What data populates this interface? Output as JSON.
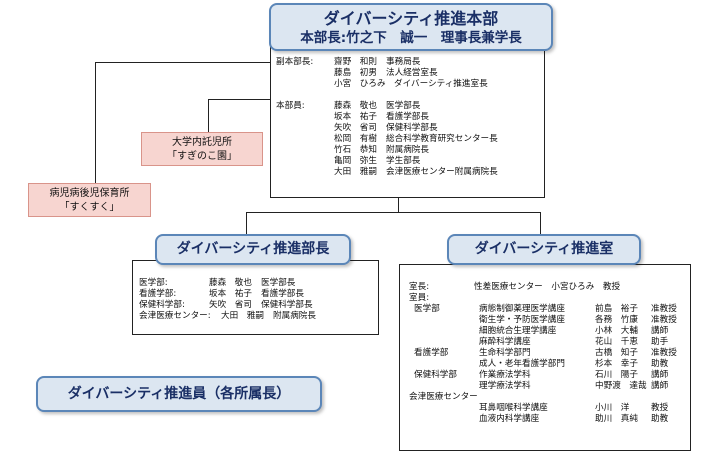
{
  "headquarters": {
    "title": "ダイバーシティ推進本部",
    "subtitle": "本部長:竹之下　誠一　理事長兼学長"
  },
  "hq_members": {
    "vice_label": "副本部長:",
    "vice": [
      {
        "name": "齋野　和則",
        "role": "事務局長"
      },
      {
        "name": "藤島　初男",
        "role": "法人経営室長"
      },
      {
        "name": "小宮　ひろみ",
        "role": "ダイバーシティ推進室長"
      }
    ],
    "members_label": "本部員:",
    "members": [
      {
        "name": "藤森　敬也",
        "role": "医学部長"
      },
      {
        "name": "坂本　祐子",
        "role": "看護学部長"
      },
      {
        "name": "矢吹　省司",
        "role": "保健科学部長"
      },
      {
        "name": "松岡　有樹",
        "role": "総合科学教育研究センター長"
      },
      {
        "name": "竹石　恭知",
        "role": "附属病院長"
      },
      {
        "name": "亀岡　弥生",
        "role": "学生部長"
      },
      {
        "name": "大田　雅嗣",
        "role": "会津医療センター附属病院長"
      }
    ]
  },
  "nursery": {
    "line1": "大学内託児所",
    "line2": "「すぎのこ園」"
  },
  "sick_child": {
    "line1": "病児病後児保育所",
    "line2": "「すくすく」"
  },
  "promo_head": {
    "title": "ダイバーシティ推進部長",
    "rows": [
      {
        "dept": "医学部:",
        "name": "藤森　敬也",
        "role": "医学部長"
      },
      {
        "dept": "看護学部:",
        "name": "坂本　祐子",
        "role": "看護学部長"
      },
      {
        "dept": "保健科学部:",
        "name": "矢吹　省司",
        "role": "保健科学部長"
      },
      {
        "dept": "会津医療センター:",
        "name": "大田　雅嗣",
        "role": "附属病院長"
      }
    ]
  },
  "promo_office": {
    "title": "ダイバーシティ推進室",
    "chief_label": "室長:",
    "chief": "性差医療センター　小宮ひろみ　教授",
    "staff_label": "室員:",
    "groups": [
      {
        "dept": "医学部",
        "rows": [
          {
            "unit": "病態制御薬理医学講座",
            "name": "前島　裕子",
            "title": "准教授"
          },
          {
            "unit": "衛生学・予防医学講座",
            "name": "各務　竹康",
            "title": "准教授"
          },
          {
            "unit": "細胞統合生理学講座",
            "name": "小林　大輔",
            "title": "講師"
          },
          {
            "unit": "麻酔科学講座",
            "name": "花山　千恵",
            "title": "助手"
          }
        ]
      },
      {
        "dept": "看護学部",
        "rows": [
          {
            "unit": "生命科学部門",
            "name": "古橋　知子",
            "title": "准教授"
          },
          {
            "unit": "成人・老年看護学部門",
            "name": "杉本　幸子",
            "title": "助教"
          }
        ]
      },
      {
        "dept": "保健科学部",
        "rows": [
          {
            "unit": "作業療法学科",
            "name": "石川　陽子",
            "title": "講師"
          },
          {
            "unit": "理学療法学科",
            "name": "中野渡　達哉",
            "title": "講師"
          }
        ]
      },
      {
        "dept": "会津医療センター",
        "rows": [
          {
            "unit": "耳鼻咽喉科学講座",
            "name": "小川　洋",
            "title": "教授"
          },
          {
            "unit": "血液内科学講座",
            "name": "助川　真純",
            "title": "助教"
          }
        ]
      }
    ]
  },
  "promo_members": {
    "title": "ダイバーシティ推進員（各所属長）"
  }
}
